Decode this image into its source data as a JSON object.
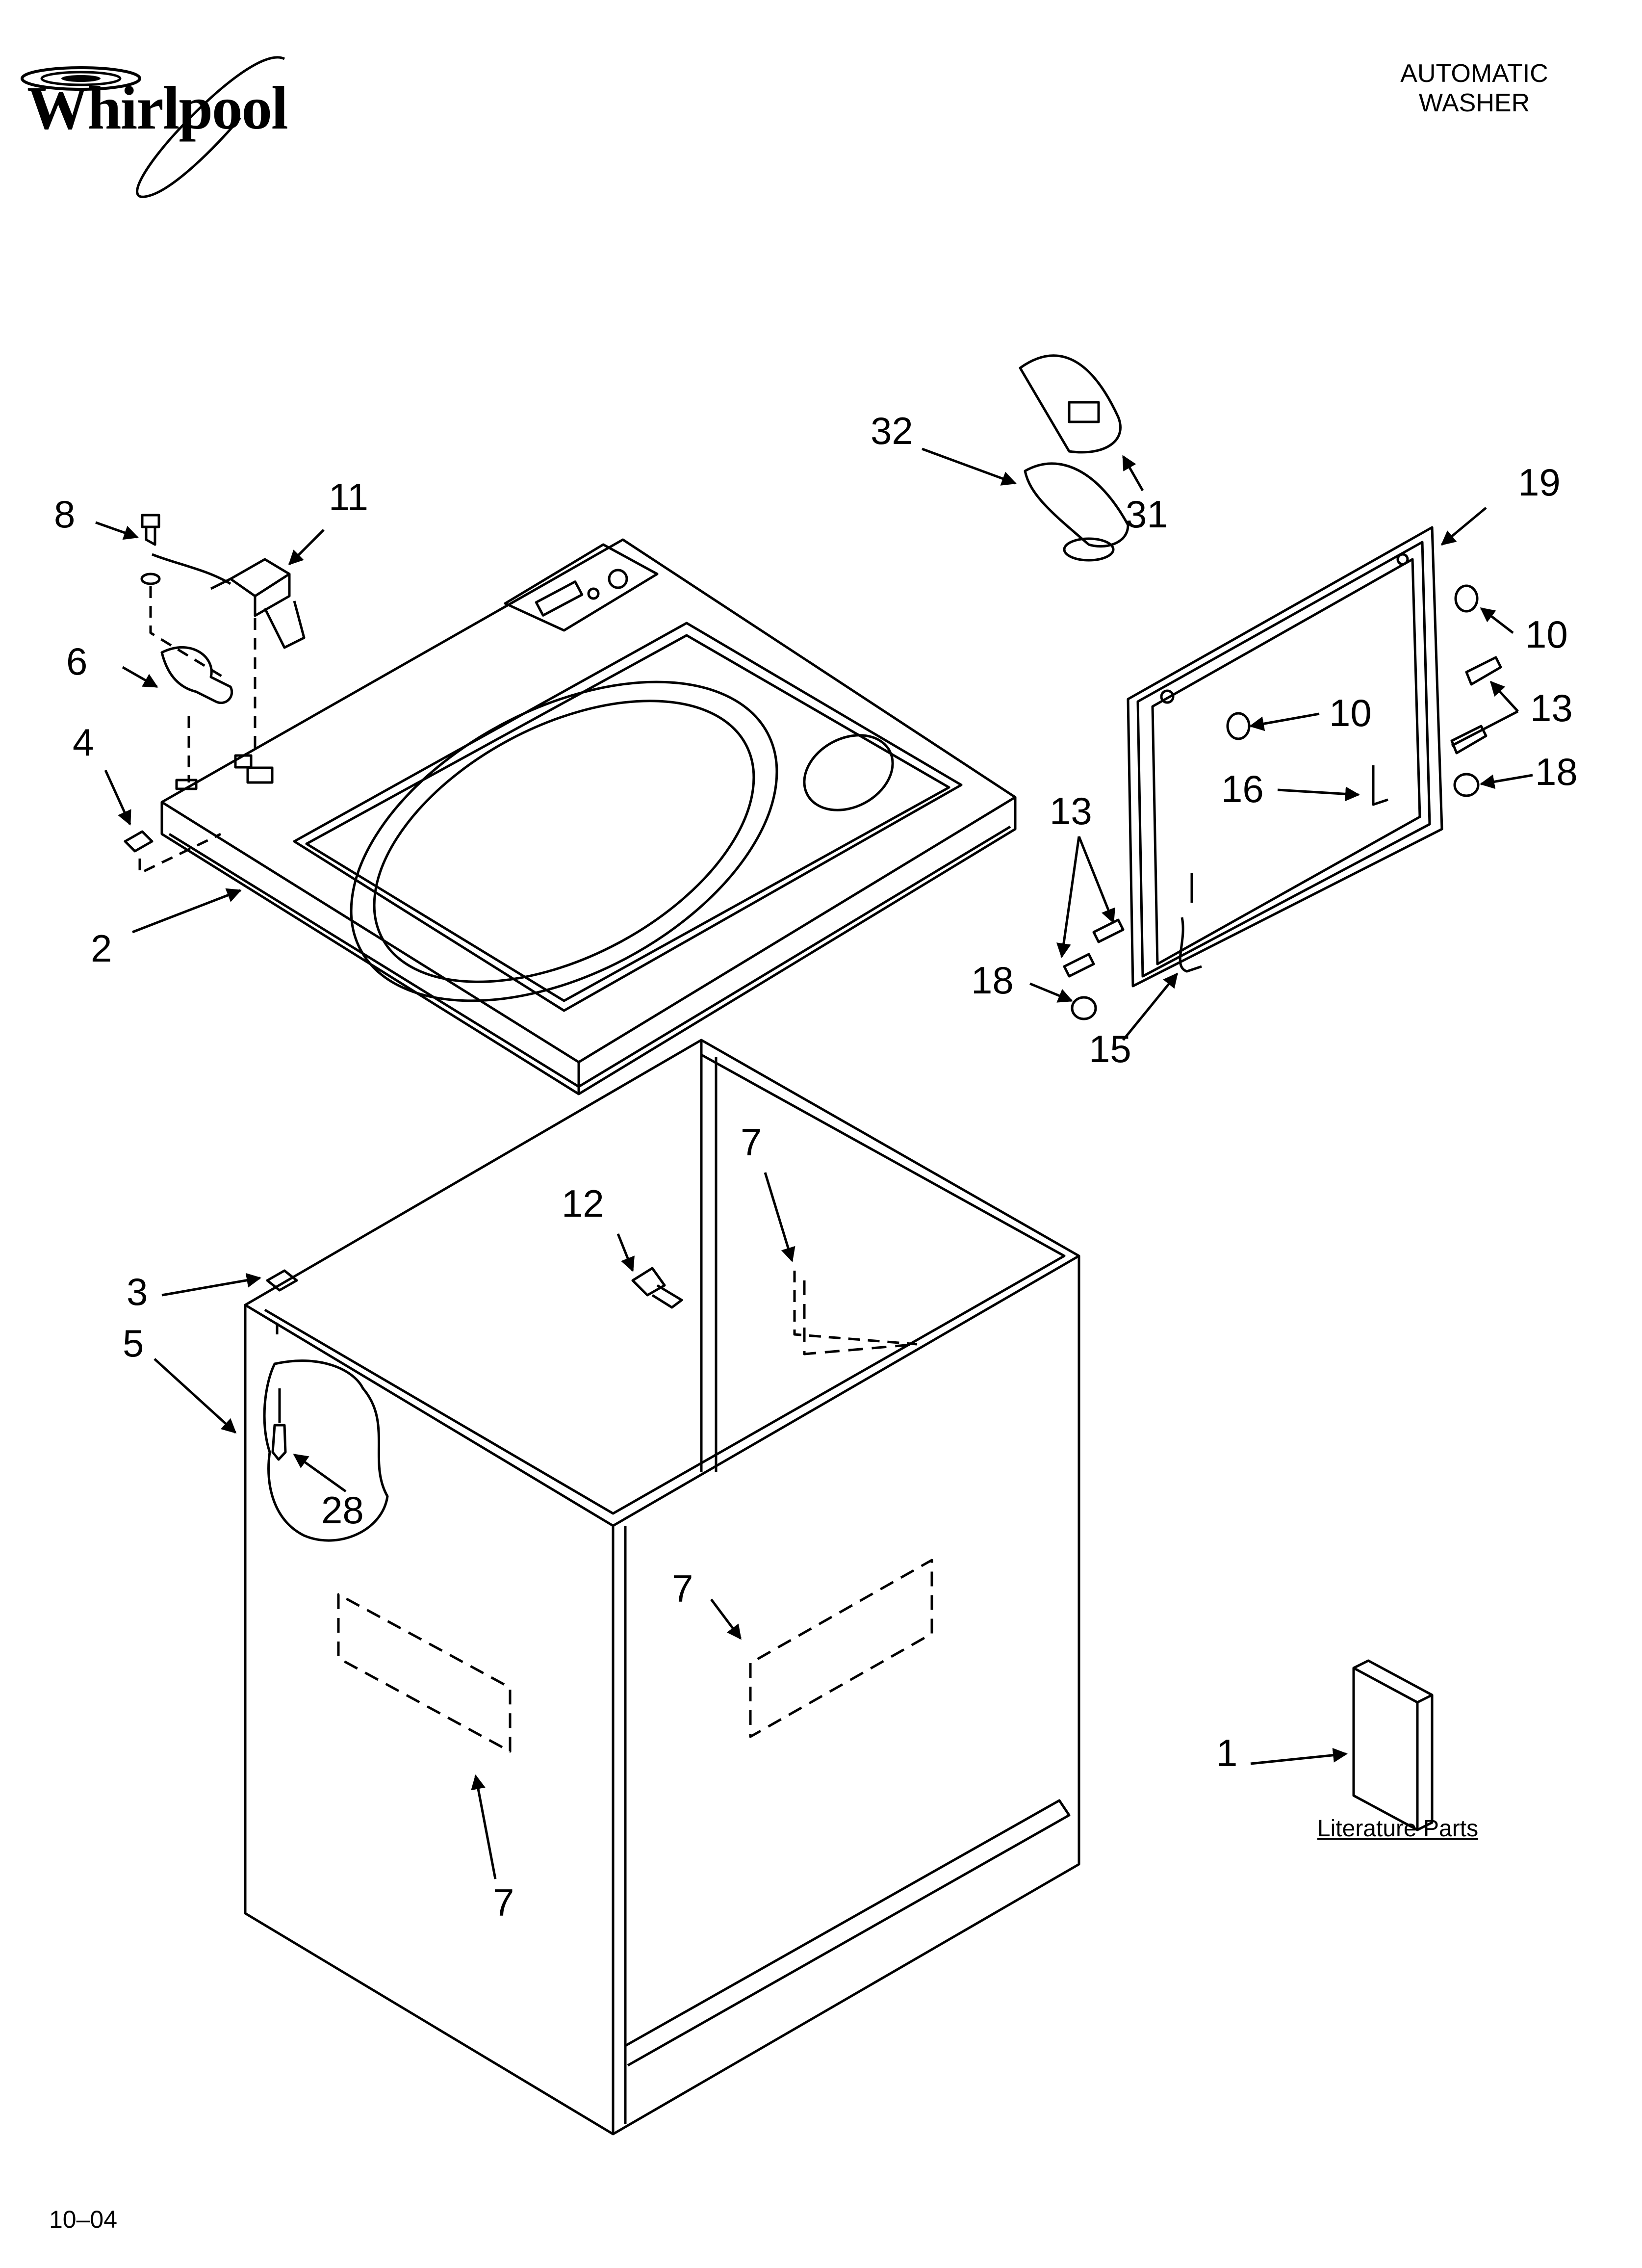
{
  "brand": {
    "name": "Whirlpool",
    "logo_icon": "whirlpool-swirl-icon"
  },
  "header": {
    "line1": "AUTOMATIC",
    "line2": "WASHER"
  },
  "callouts": {
    "c1": "1",
    "c2": "2",
    "c3": "3",
    "c4": "4",
    "c5": "5",
    "c6": "6",
    "c7a": "7",
    "c7b": "7",
    "c7c": "7",
    "c8": "8",
    "c10a": "10",
    "c10b": "10",
    "c11": "11",
    "c12": "12",
    "c13a": "13",
    "c13b": "13",
    "c15": "15",
    "c16": "16",
    "c18a": "18",
    "c18b": "18",
    "c19": "19",
    "c28": "28",
    "c31": "31",
    "c32": "32"
  },
  "literature": {
    "label": "Literature Parts"
  },
  "footer": {
    "code": "10–04"
  },
  "colors": {
    "ink": "#000000",
    "paper": "#ffffff"
  }
}
